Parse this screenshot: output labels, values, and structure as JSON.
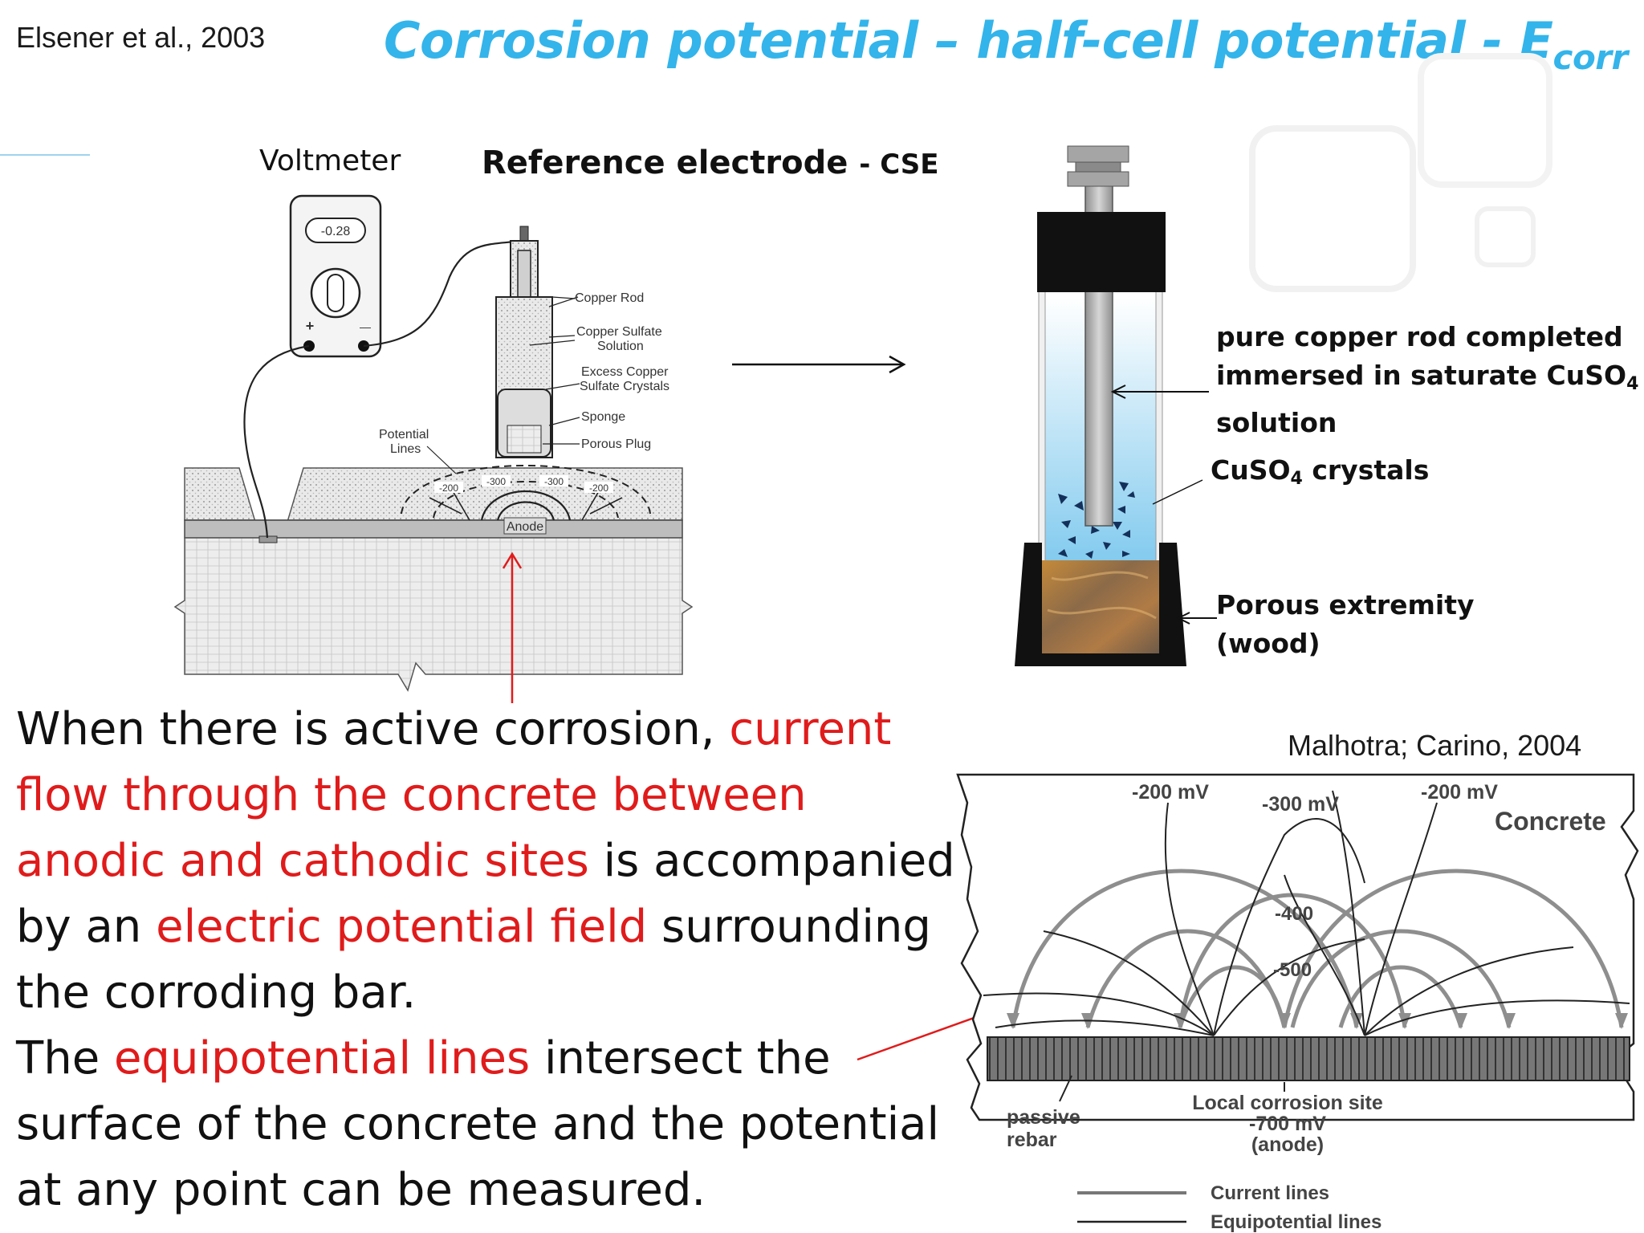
{
  "citations": {
    "top": "Elsener et al., 2003",
    "bottom": "Malhotra; Carino, 2004"
  },
  "title": {
    "main": "Corrosion potential – half-cell potential - E",
    "sub": "corr"
  },
  "left_figure": {
    "voltmeter_label": "Voltmeter",
    "reference_label": "Reference electrode",
    "reference_suffix": "- CSE",
    "display_reading": "-0.28",
    "plus": "+",
    "minus": "—",
    "labels": {
      "copper_rod": "Copper Rod",
      "copper_sulfate_1": "Copper Sulfate",
      "copper_sulfate_2": "Solution",
      "excess_1": "Excess Copper",
      "excess_2": "Sulfate Crystals",
      "sponge": "Sponge",
      "porous_plug": "Porous Plug",
      "potential_1": "Potential",
      "potential_2": "Lines",
      "anode": "Anode",
      "v200a": "-200",
      "v300a": "-300",
      "v300b": "-300",
      "v200b": "-200"
    }
  },
  "electrode_labels": {
    "rod_1": "pure copper rod completed",
    "rod_2": "immersed in saturate CuSO",
    "rod_2_sub": "4",
    "rod_3": "solution",
    "crystals": "CuSO",
    "crystals_sub": "4",
    "crystals_suffix": " crystals",
    "porous_1": "Porous extremity",
    "porous_2": "(wood)"
  },
  "paragraph": {
    "l1a": "When there is active corrosion, ",
    "l1b": "current",
    "l2": "flow through the concrete between",
    "l3a": "anodic and cathodic sites",
    "l3b": " is accompanied",
    "l4a": "by an ",
    "l4b": "electric potential field",
    "l4c": " surrounding",
    "l5": "the corroding bar.",
    "l6a": "The ",
    "l6b": "equipotential lines",
    "l6c": " intersect the",
    "l7": "surface of the concrete and the potential",
    "l8": "at any point can be measured."
  },
  "right_figure": {
    "mv200a": "-200 mV",
    "mv300": "-300 mV",
    "mv200b": "-200 mV",
    "concrete": "Concrete",
    "v400": "-400",
    "v500": "-500",
    "passive_1": "passive",
    "passive_2": "rebar",
    "site_1": "Local corrosion site",
    "site_2": "-700 mV",
    "site_3": "(anode)",
    "legend_current": "Current lines",
    "legend_equi": "Equipotential lines"
  },
  "colors": {
    "title": "#33b4ea",
    "highlight": "#e01b1b",
    "solution_top": "#ffffff",
    "solution_bottom": "#7fc9ee",
    "cap": "#111111"
  }
}
